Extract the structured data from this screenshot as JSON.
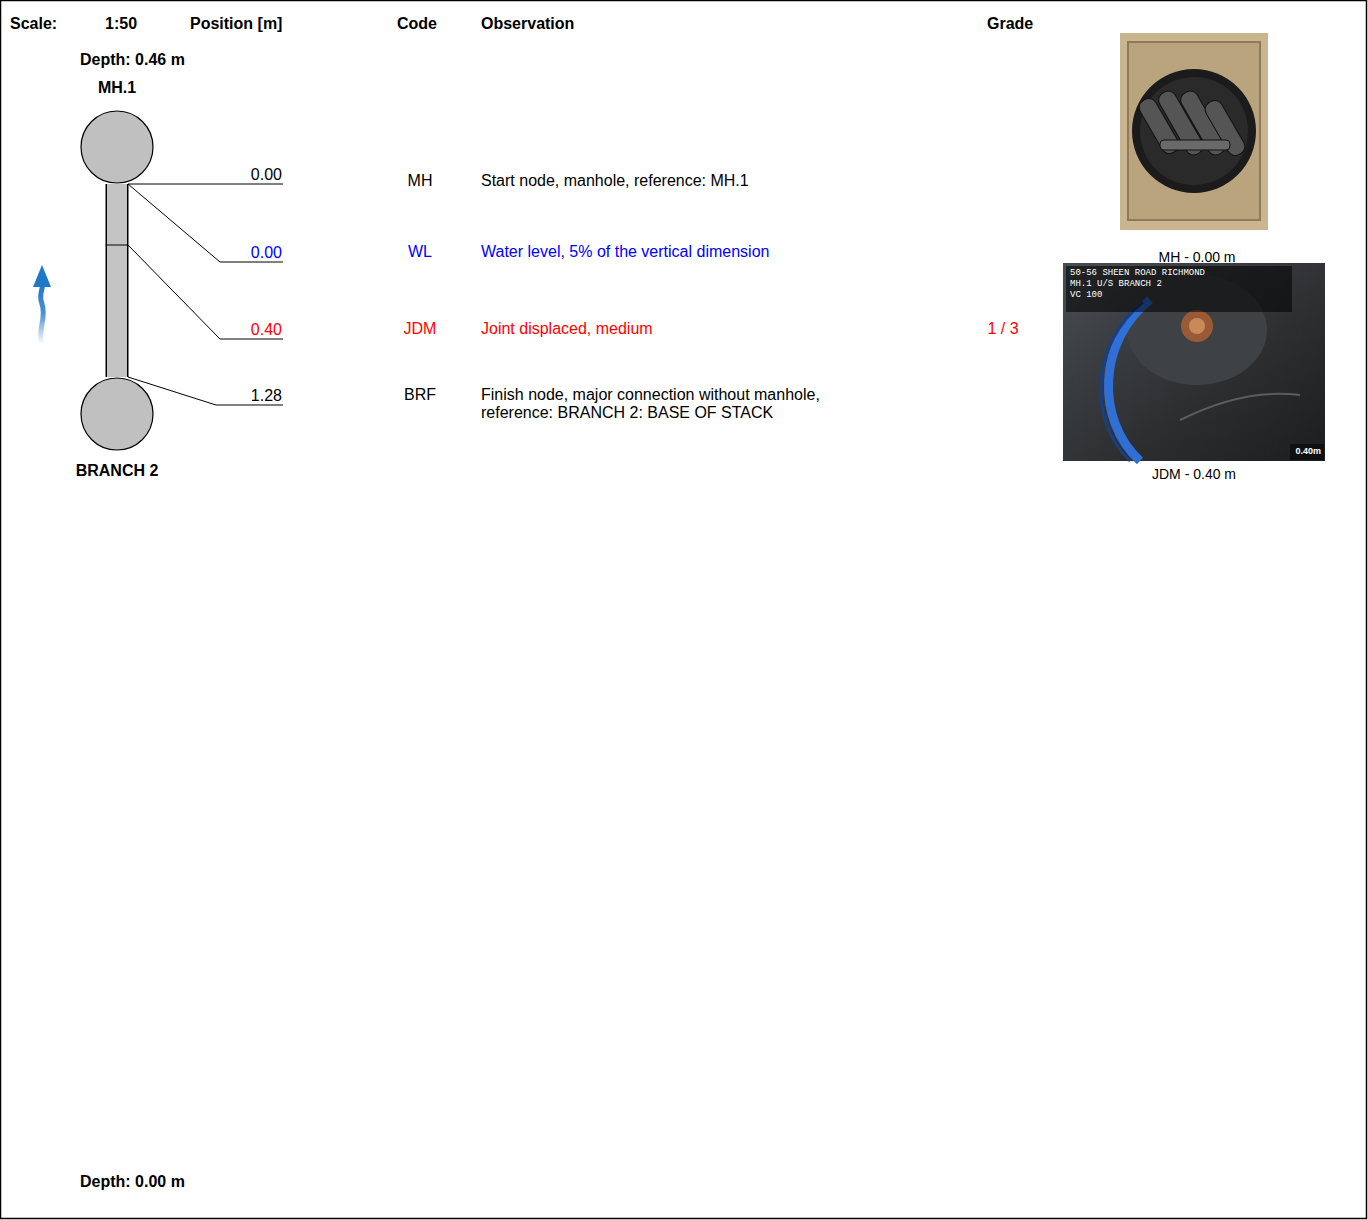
{
  "diagram": {
    "nodes": [
      {
        "text": [
          "MH.1"
        ]
      },
      {
        "text": [
          "BRANCH 2"
        ]
      }
    ],
    "edges": [
      {
        "from": 0,
        "to": 1,
        "arrow": "none"
      }
    ],
    "labels": [
      "Scale:",
      "1:50",
      "Position [m]",
      "Code",
      "Observation",
      "Grade",
      "Depth: 0.46 m",
      "0.00",
      "MH",
      "Start node, manhole, reference: MH.1",
      "0.00",
      "WL",
      "Water level, 5% of the vertical dimension",
      "0.40",
      "JDM",
      "Joint displaced, medium",
      "1 / 3",
      "1.28",
      "BRF",
      "Finish node, major connection without manhole, reference: BRANCH 2: BASE OF STACK",
      "MH - 0.00 m",
      "50-56 SHEEN ROAD RICHMOND",
      "MH.1 U/S BRANCH 2",
      "VC 100",
      "0.40m",
      "JDM - 0.40 m",
      "Depth: 0.00 m"
    ]
  }
}
